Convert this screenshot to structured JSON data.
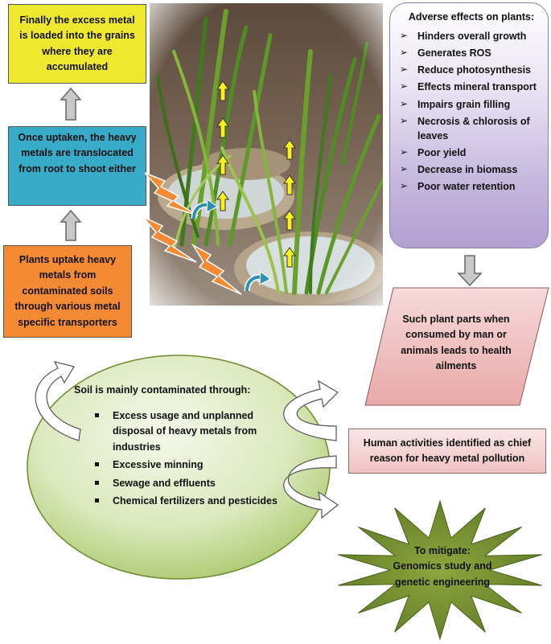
{
  "boxes": {
    "grains": "Finally the excess metal is loaded into the grains where they are accumulated",
    "translocate": "Once uptaken, the heavy metals are translocated from root to shoot either",
    "uptake": "Plants uptake heavy metals from contaminated soils through various metal specific transporters"
  },
  "effects": {
    "title": "Adverse effects on plants:",
    "items": [
      "Hinders overall growth",
      "Generates ROS",
      "Reduce photosynthesis",
      "Effects mineral transport",
      "Impairs grain filling",
      "Necrosis & chlorosis of leaves",
      "Poor yield",
      "Decrease in biomass",
      "Poor water retention"
    ]
  },
  "consume": "Such plant parts when consumed by man or animals leads to health ailments",
  "human": "Human activities identified as chief reason for heavy metal pollution",
  "soil": {
    "title": "Soil is mainly contaminated through:",
    "items": [
      "Excess usage and unplanned disposal of heavy metals from industries",
      "Excessive minning",
      "Sewage and effluents",
      "Chemical fertilizers and pesticides"
    ]
  },
  "mitigate": {
    "line1": "To mitigate:",
    "line2": "Genomics study and genetic engineering"
  },
  "colors": {
    "yellow_box": "#eee82f",
    "blue_box": "#38abc8",
    "orange_box": "#f58a35",
    "lightning": "#f58a35",
    "up_arrow": "#f7f21e",
    "ellipse_green": "#c5dc92",
    "star_green": "#6f8a2e"
  },
  "icons": [
    "lightning-bolt-icon",
    "up-arrow-icon",
    "curved-arrow-icon",
    "chevron-bullet-icon",
    "square-bullet-icon"
  ]
}
